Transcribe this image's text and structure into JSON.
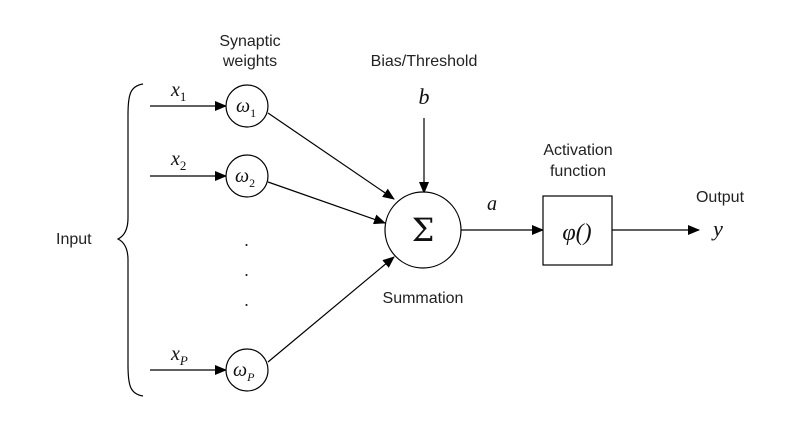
{
  "labels": {
    "synaptic_weights_line1": "Synaptic",
    "synaptic_weights_line2": "weights",
    "bias_threshold": "Bias/Threshold",
    "bias_symbol": "b",
    "activation_line1": "Activation",
    "activation_line2": "function",
    "activation_symbol": "φ()",
    "output_title": "Output",
    "output_symbol": "y",
    "input": "Input",
    "summation": "Summation",
    "sum_symbol": "Σ",
    "a_symbol": "a",
    "ellipsis_dot": "."
  },
  "inputs": [
    {
      "x_base": "x",
      "x_sub": "1",
      "w_base": "ω",
      "w_sub": "1"
    },
    {
      "x_base": "x",
      "x_sub": "2",
      "w_base": "ω",
      "w_sub": "2"
    },
    {
      "x_base": "x",
      "x_sub": "P",
      "w_base": "ω",
      "w_sub": "P"
    }
  ],
  "colors": {
    "stroke": "#000000",
    "text": "#222222",
    "background": "#ffffff"
  }
}
